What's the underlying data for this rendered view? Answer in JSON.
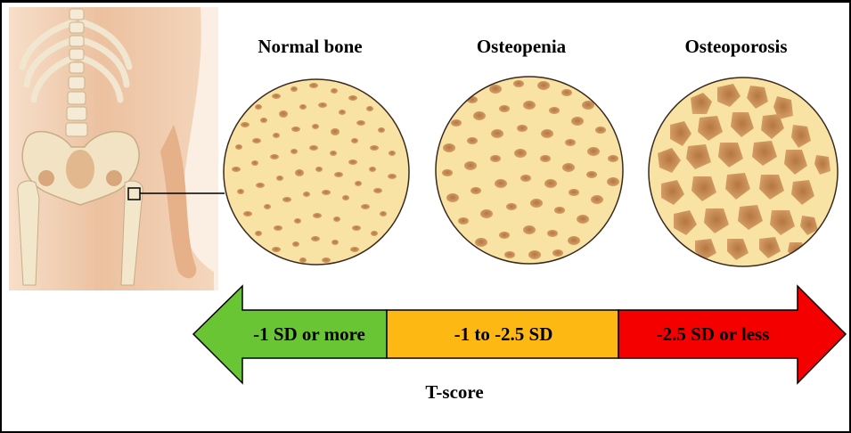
{
  "labels": {
    "normal": "Normal bone",
    "osteopenia": "Osteopenia",
    "osteoporosis": "Osteoporosis"
  },
  "scale": {
    "left": "-1 SD or more",
    "middle": "-1 to -2.5 SD",
    "right": "-2.5 SD or less",
    "axis_label": "T-score"
  },
  "colors": {
    "green": "#6ac534",
    "yellow": "#fdb813",
    "red": "#f40000",
    "bone_bg": "#f8e3a4",
    "pore": "#c48a52",
    "skin": "#e8b48c"
  }
}
